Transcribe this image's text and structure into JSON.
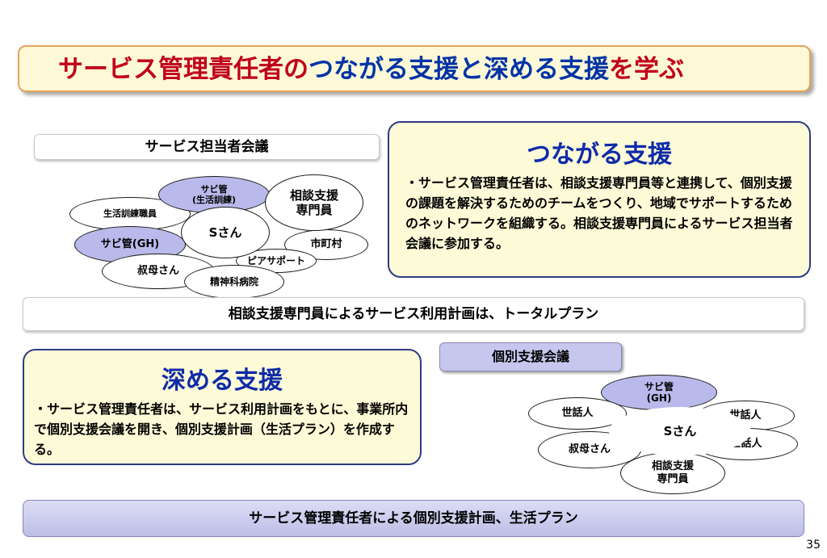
{
  "title": {
    "part1": "サービス管理責任者の",
    "part2": "つながる支援と深める支援",
    "part3": "を学ぶ"
  },
  "meeting": {
    "label": "サービス担当者会議",
    "nodes": {
      "sabikan_seikatsu_1": "サビ管",
      "sabikan_seikatsu_2": "(生活訓練)",
      "seikatsu_kunren": "生活訓練職員",
      "sodan_1": "相談支援",
      "sodan_2": "専門員",
      "sabikan_gh": "サビ管(GH)",
      "center": "Sさん",
      "shicho": "市町村",
      "peer": "ピアサポート",
      "oba": "叔母さん",
      "seishin": "精神科病院"
    }
  },
  "tsunagaru": {
    "heading": "つながる支援",
    "body": "・サービス管理責任者は、相談支援専門員等と連携して、個別支援の課題を解決するためのチームをつくり、地域でサポートするためのネットワークを組織する。相談支援専門員によるサービス担当者会議に参加する。"
  },
  "plan_bar": "相談支援専門員によるサービス利用計画は、トータルプラン",
  "fukameru": {
    "heading": "深める支援",
    "body": "・サービス管理責任者は、サービス利用計画をもとに、事業所内で個別支援会議を開き、個別支援計画（生活プラン）を作成する。"
  },
  "kobetsu": {
    "label": "個別支援会議",
    "nodes": {
      "sabikan_1": "サビ管",
      "sabikan_2": "(GH)",
      "sewanin_left": "世話人",
      "center": "Sさん",
      "sewanin_right1": "世話人",
      "sewanin_right2": "世話人",
      "oba": "叔母さん",
      "sodan_1": "相談支援",
      "sodan_2": "専門員"
    }
  },
  "bottom_bar": "サービス管理責任者による個別支援計画、生活プラン",
  "page_number": "35",
  "colors": {
    "title_red": "#c0001a",
    "title_blue": "#0033a6",
    "panel_fill": "#fdfad7",
    "panel_border": "#2e3b84",
    "lavender": "#b9b9eb"
  }
}
